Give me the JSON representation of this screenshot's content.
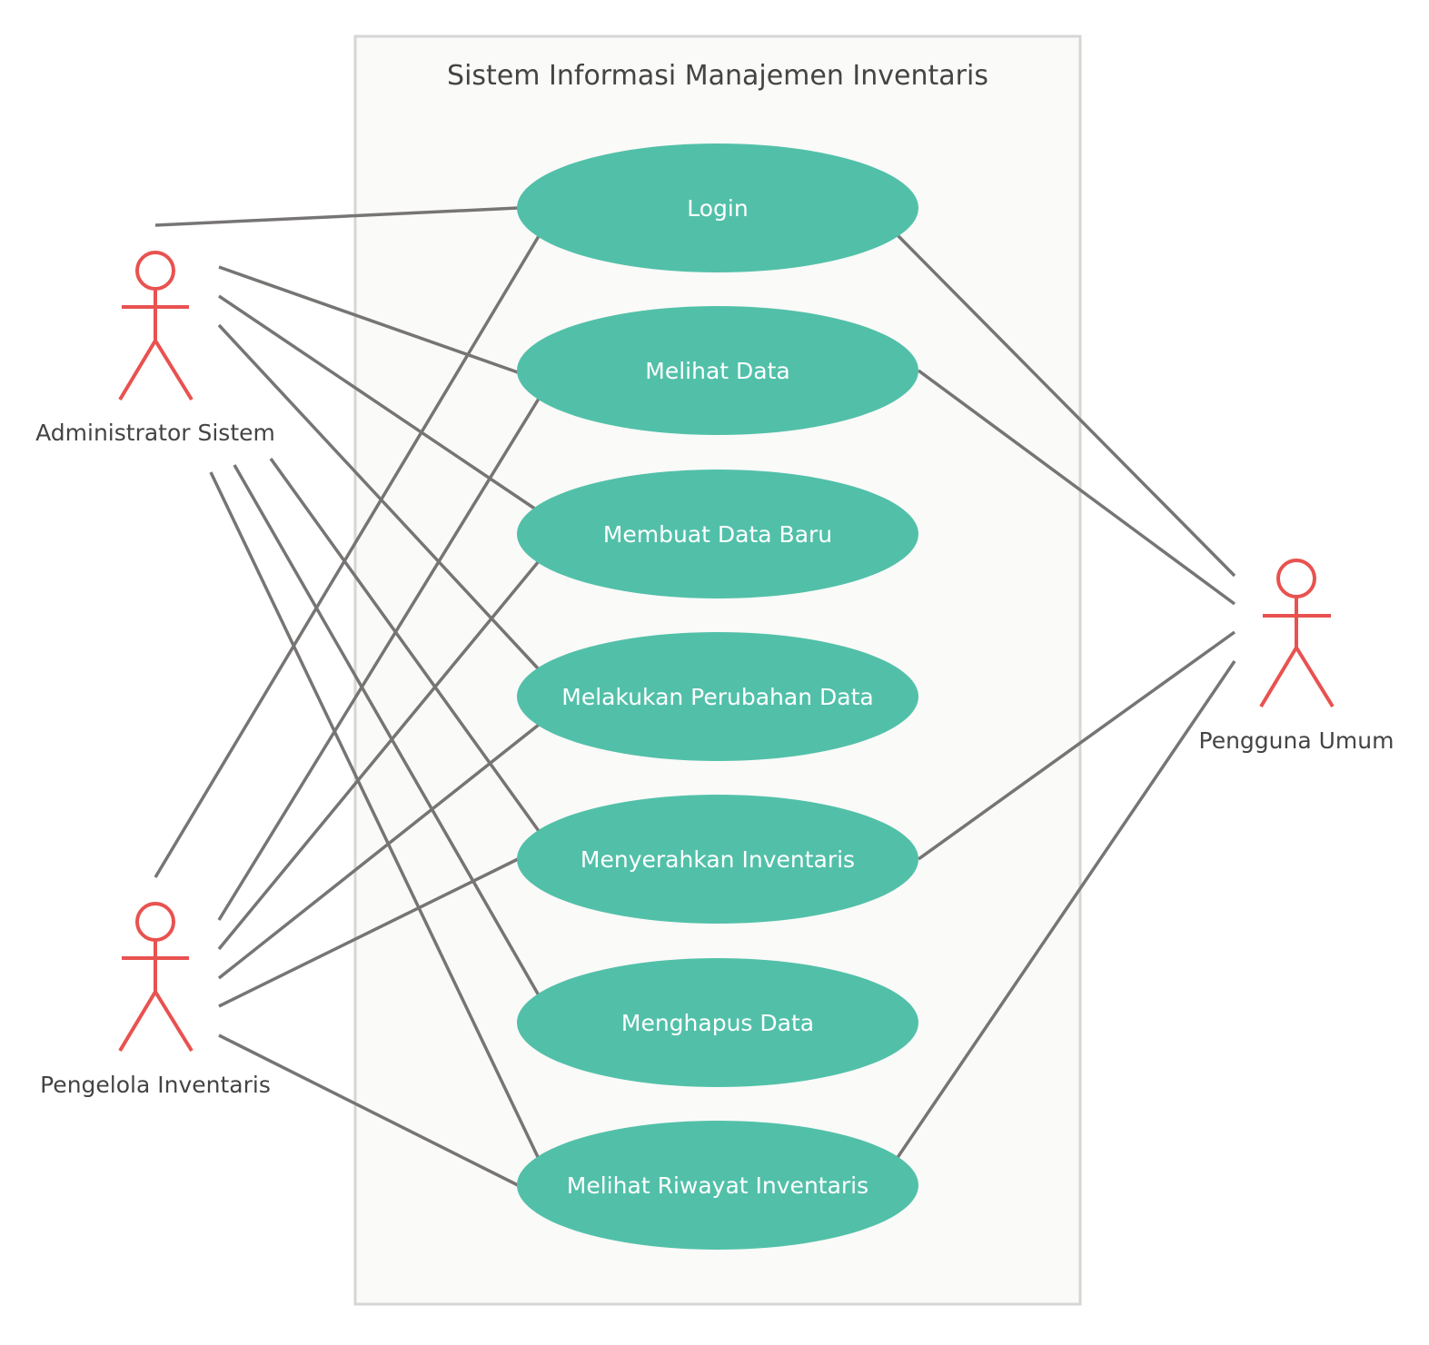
{
  "colors": {
    "actor": "#e8524f",
    "usecase": "#52c0a9",
    "line": "#777574",
    "boundary_fill": "#fafaf8",
    "boundary_stroke": "#d6d6d6",
    "text": "#444444"
  },
  "system": {
    "title": "Sistem Informasi Manajemen Inventaris"
  },
  "actors": [
    {
      "id": "admin",
      "label": "Administrator Sistem"
    },
    {
      "id": "pengelola",
      "label": "Pengelola Inventaris"
    },
    {
      "id": "umum",
      "label": "Pengguna Umum"
    }
  ],
  "usecases": [
    {
      "id": "login",
      "label": "Login"
    },
    {
      "id": "melihat",
      "label": "Melihat Data"
    },
    {
      "id": "membuat",
      "label": "Membuat Data Baru"
    },
    {
      "id": "perubahan",
      "label": "Melakukan Perubahan Data"
    },
    {
      "id": "menyerahkan",
      "label": "Menyerahkan Inventaris"
    },
    {
      "id": "menghapus",
      "label": "Menghapus Data"
    },
    {
      "id": "riwayat",
      "label": "Melihat Riwayat Inventaris"
    }
  ],
  "associations": [
    [
      "admin",
      "login"
    ],
    [
      "admin",
      "melihat"
    ],
    [
      "admin",
      "membuat"
    ],
    [
      "admin",
      "perubahan"
    ],
    [
      "admin",
      "menyerahkan"
    ],
    [
      "admin",
      "menghapus"
    ],
    [
      "admin",
      "riwayat"
    ],
    [
      "pengelola",
      "login"
    ],
    [
      "pengelola",
      "melihat"
    ],
    [
      "pengelola",
      "membuat"
    ],
    [
      "pengelola",
      "perubahan"
    ],
    [
      "pengelola",
      "menyerahkan"
    ],
    [
      "pengelola",
      "riwayat"
    ],
    [
      "umum",
      "login"
    ],
    [
      "umum",
      "melihat"
    ],
    [
      "umum",
      "menyerahkan"
    ],
    [
      "umum",
      "riwayat"
    ]
  ]
}
